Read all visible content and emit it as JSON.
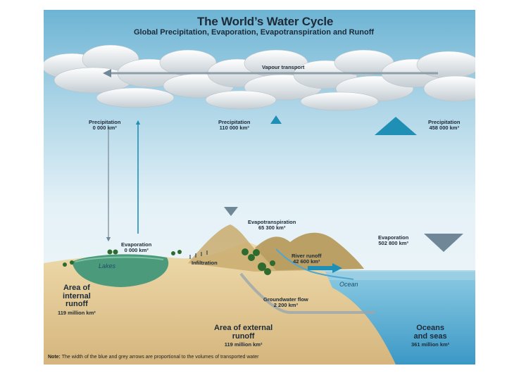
{
  "title": "The World’s Water Cycle",
  "subtitle": "Global Precipitation, Evaporation, Evapotranspiration and Runoff",
  "labels": {
    "vapour_transport": "Vapour transport",
    "precip_internal": "Precipitation",
    "precip_internal_val": "0 000 km³",
    "evap_lakes": "Evaporation",
    "evap_lakes_val": "0 000 km³",
    "lakes": "Lakes",
    "infiltration": "Infiltration",
    "precip_land": "Precipitation",
    "precip_land_val": "110 000 km³",
    "evapotranspiration": "Evapotranspiration",
    "evapotranspiration_val": "65 300 km³",
    "river_runoff": "River runoff",
    "river_runoff_val": "42 600 km³",
    "groundwater_flow": "Groundwater flow",
    "groundwater_flow_val": "2 200 km³",
    "ocean": "Ocean",
    "evap_ocean": "Evaporation",
    "evap_ocean_val": "502 800 km³",
    "precip_ocean": "Precipitation",
    "precip_ocean_val": "458 000 km³"
  },
  "regions": {
    "internal_line1": "Area of",
    "internal_line2": "internal",
    "internal_line3": "runoff",
    "internal_val": "119 million km²",
    "external_line1": "Area of external",
    "external_line2": "runoff",
    "external_val": "119 million km²",
    "oceans_line1": "Oceans",
    "oceans_line2": "and seas",
    "oceans_val": "361 million km²"
  },
  "note": {
    "prefix": "Note:",
    "text": "The width of the blue and grey arrows are proportional to the volumes of transported water"
  },
  "colors": {
    "sky_top": "#6fb6d6",
    "sky_bottom": "#e8f3f8",
    "sand": "#e9d2a0",
    "ocean": "#4fa7cf",
    "blue_arrow": "#1f8fb5",
    "grey_arrow": "#8e9ea8"
  }
}
